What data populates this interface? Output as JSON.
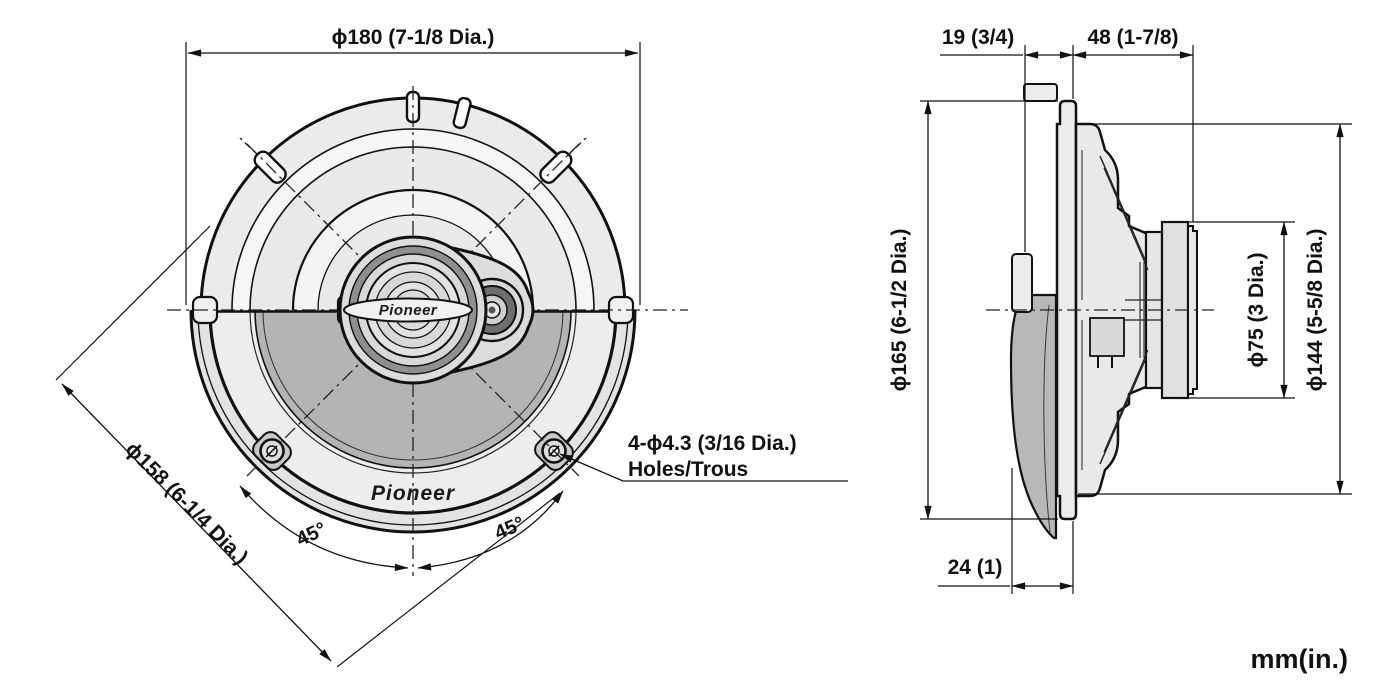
{
  "title": "Speaker dimensional drawing",
  "units_label": "mm(in.)",
  "front_view": {
    "dim_diameter_outer": "ϕ180 (7-1/8 Dia.)",
    "dim_bolt_circle": "ϕ158 (6-1/4 Dia.)",
    "angle_left": "45°",
    "angle_right": "45°",
    "holes_note_line1": "4-ϕ4.3 (3/16 Dia.)",
    "holes_note_line2": "Holes/Trous",
    "logo": "Pioneer",
    "logo_center": "Pioneer"
  },
  "side_view": {
    "dim_front_depth": "19 (3/4)",
    "dim_mount_depth": "48 (1-7/8)",
    "dim_frame": "ϕ165 (6-1/2 Dia.)",
    "dim_magnet": "ϕ75 (3 Dia.)",
    "dim_basket": "ϕ144 (5-5/8 Dia.)",
    "dim_grille_depth": "24 (1)"
  }
}
